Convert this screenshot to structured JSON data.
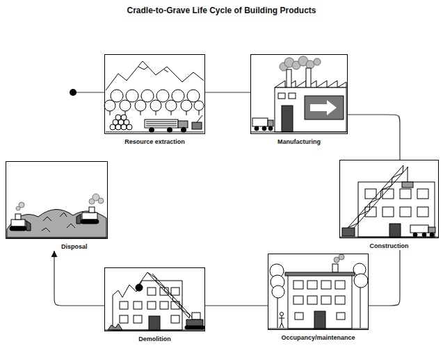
{
  "diagram": {
    "title": "Cradle-to-Grave Life Cycle of Building Products",
    "nodes": [
      {
        "text": [
          "Resource extraction"
        ]
      },
      {
        "text": [
          "Manufacturing"
        ]
      },
      {
        "text": [
          "Construction"
        ]
      },
      {
        "text": [
          "Occupancy/maintenance"
        ]
      },
      {
        "text": [
          "Demolition"
        ]
      },
      {
        "text": [
          "Disposal"
        ]
      }
    ],
    "edges": [
      {
        "from": 0,
        "to": 1,
        "arrow": "none"
      },
      {
        "from": 1,
        "to": 2,
        "arrow": "none"
      },
      {
        "from": 2,
        "to": 3,
        "arrow": "none"
      },
      {
        "from": 3,
        "to": 4,
        "arrow": "none"
      },
      {
        "from": 4,
        "to": 5,
        "arrow": "to"
      }
    ]
  }
}
